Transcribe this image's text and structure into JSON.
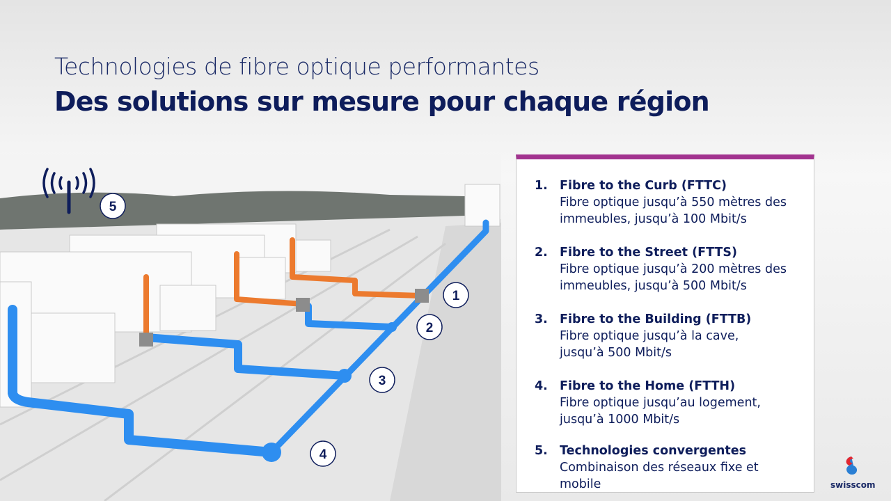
{
  "header": {
    "subtitle": "Technologies de fibre optique performantes",
    "title": "Des solutions sur mesure pour chaque région"
  },
  "diagram": {
    "markers": [
      "1",
      "2",
      "3",
      "4",
      "5"
    ],
    "colors": {
      "fibre": "#2e8ef0",
      "copper": "#ec7a2e",
      "accent": "#a2338f"
    }
  },
  "list": [
    {
      "num": "1.",
      "title": "Fibre to the Curb (FTTC)",
      "desc": "Fibre optique jusqu’à 550 mètres des immeubles, jusqu’à 100 Mbit/s"
    },
    {
      "num": "2.",
      "title": "Fibre to the Street (FTTS)",
      "desc": "Fibre optique jusqu’à 200 mètres des immeubles, jusqu’à 500 Mbit/s"
    },
    {
      "num": "3.",
      "title": "Fibre to the Building (FTTB)",
      "desc": "Fibre optique jusqu’à la cave, jusqu’à 500 Mbit/s"
    },
    {
      "num": "4.",
      "title": "Fibre to the Home (FTTH)",
      "desc": "Fibre optique jusqu’au logement, jusqu’à 1000 Mbit/s"
    },
    {
      "num": "5.",
      "title": "Technologies convergentes",
      "desc": "Combinaison  des réseaux fixe et mobile"
    }
  ],
  "logo": {
    "text": "swisscom"
  }
}
